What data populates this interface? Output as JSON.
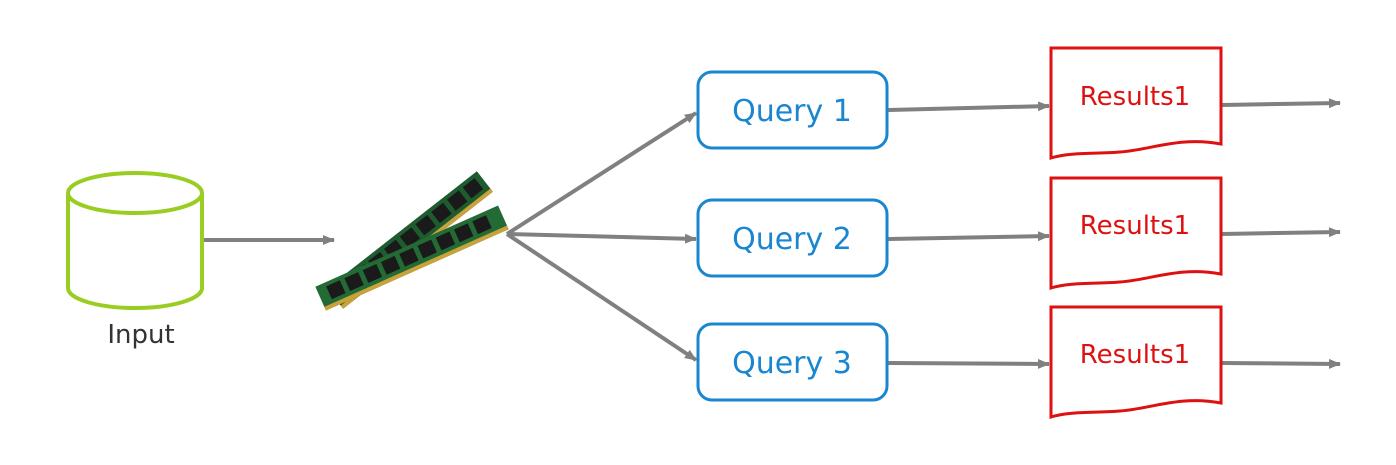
{
  "colors": {
    "arrow": "#808080",
    "input": "#9acd22",
    "query": "#1a86d0",
    "results": "#dd1111",
    "ram_board": "#1e5b2e",
    "ram_chip": "#1a1a1a",
    "ram_contacts": "#c9a23a",
    "text": "#333333"
  },
  "input": {
    "label": "Input",
    "icon": "database-cylinder-icon"
  },
  "memory": {
    "icon": "ram-modules-icon"
  },
  "queries": [
    {
      "label": "Query 1"
    },
    {
      "label": "Query 2"
    },
    {
      "label": "Query 3"
    }
  ],
  "results": [
    {
      "label": "Results1",
      "icon": "document-icon"
    },
    {
      "label": "Results1",
      "icon": "document-icon"
    },
    {
      "label": "Results1",
      "icon": "document-icon"
    }
  ]
}
